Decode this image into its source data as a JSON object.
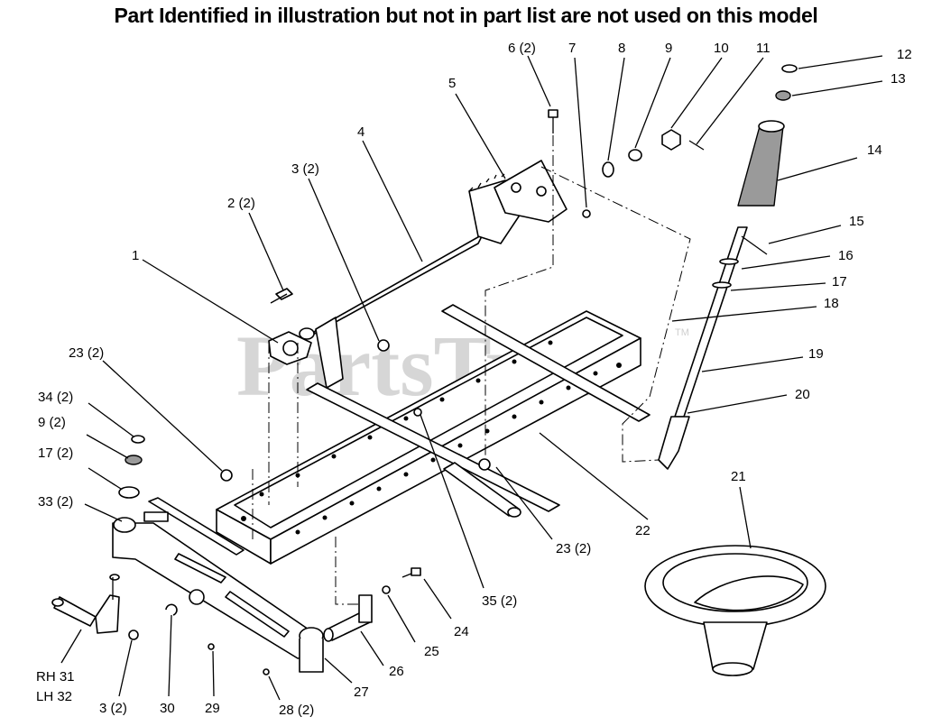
{
  "header": {
    "title": "Part Identified in illustration but not in part list are not used on this model"
  },
  "watermark": {
    "text": "PartsTree",
    "trademark": "TM"
  },
  "callouts": [
    {
      "id": "c1",
      "text": "1"
    },
    {
      "id": "c2",
      "text": "2 (2)"
    },
    {
      "id": "c3a",
      "text": "3 (2)"
    },
    {
      "id": "c4",
      "text": "4"
    },
    {
      "id": "c5",
      "text": "5"
    },
    {
      "id": "c6",
      "text": "6 (2)"
    },
    {
      "id": "c7",
      "text": "7"
    },
    {
      "id": "c8",
      "text": "8"
    },
    {
      "id": "c9a",
      "text": "9"
    },
    {
      "id": "c10",
      "text": "10"
    },
    {
      "id": "c11",
      "text": "11"
    },
    {
      "id": "c12",
      "text": "12"
    },
    {
      "id": "c13",
      "text": "13"
    },
    {
      "id": "c14",
      "text": "14"
    },
    {
      "id": "c15",
      "text": "15"
    },
    {
      "id": "c16",
      "text": "16"
    },
    {
      "id": "c17a",
      "text": "17"
    },
    {
      "id": "c18",
      "text": "18"
    },
    {
      "id": "c19",
      "text": "19"
    },
    {
      "id": "c20",
      "text": "20"
    },
    {
      "id": "c21",
      "text": "21"
    },
    {
      "id": "c22",
      "text": "22"
    },
    {
      "id": "c23a",
      "text": "23 (2)"
    },
    {
      "id": "c23b",
      "text": "23 (2)"
    },
    {
      "id": "c24",
      "text": "24"
    },
    {
      "id": "c25",
      "text": "25"
    },
    {
      "id": "c26",
      "text": "26"
    },
    {
      "id": "c27",
      "text": "27"
    },
    {
      "id": "c28",
      "text": "28 (2)"
    },
    {
      "id": "c29",
      "text": "29"
    },
    {
      "id": "c30",
      "text": "30"
    },
    {
      "id": "c3b",
      "text": "3 (2)"
    },
    {
      "id": "c31",
      "text": "RH 31"
    },
    {
      "id": "c32",
      "text": "LH 32"
    },
    {
      "id": "c33",
      "text": "33 (2)"
    },
    {
      "id": "c17b",
      "text": "17 (2)"
    },
    {
      "id": "c9b",
      "text": "9 (2)"
    },
    {
      "id": "c34",
      "text": "34 (2)"
    },
    {
      "id": "c35",
      "text": "35 (2)"
    }
  ]
}
